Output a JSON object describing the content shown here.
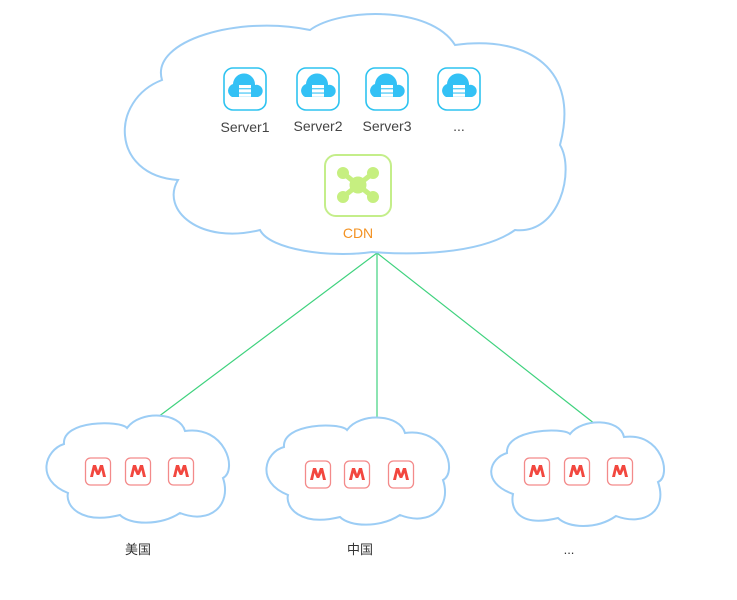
{
  "title": "CDN distribution diagram",
  "colors": {
    "cloud_outline": "#9ccdf5",
    "server_icon": "#33c1f5",
    "cdn_icon": "#c6ef80",
    "cdn_label": "#f39222",
    "edge_icon": "#f2473f",
    "link": "#3fd27e"
  },
  "origin_cloud": {
    "servers": [
      {
        "label": "Server1",
        "icon": "cloud-server-icon"
      },
      {
        "label": "Server2",
        "icon": "cloud-server-icon"
      },
      {
        "label": "Server3",
        "icon": "cloud-server-icon"
      },
      {
        "label": "...",
        "icon": "cloud-server-icon"
      }
    ],
    "cdn": {
      "label": "CDN",
      "icon": "network-hub-icon"
    }
  },
  "regions": [
    {
      "label": "美国",
      "nodes": [
        "M",
        "M",
        "M"
      ]
    },
    {
      "label": "中国",
      "nodes": [
        "M",
        "M",
        "M"
      ]
    },
    {
      "label": "...",
      "nodes": [
        "M",
        "M",
        "M"
      ]
    }
  ]
}
